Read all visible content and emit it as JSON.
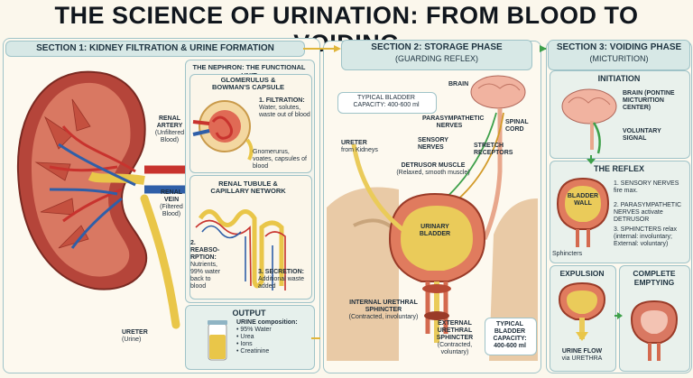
{
  "title": "THE SCIENCE OF URINATION: FROM BLOOD TO VOIDING",
  "section1": {
    "header": "SECTION 1: KIDNEY FILTRATION & URINE FORMATION",
    "renal_artery": "RENAL ARTERY",
    "renal_artery_note": "(Unfiltered Blood)",
    "renal_vein": "RENAL VEIN",
    "renal_vein_note": "(Filtered Blood)",
    "ureter": "URETER",
    "ureter_note": "(Urine)",
    "nephron_title": "THE NEPHRON: THE FUNCTIONAL UNIT",
    "glomerulus_title": "GLOMERULUS & BOWMAN'S CAPSULE",
    "filtration_title": "1. FILTRATION:",
    "filtration_text": "Water, solutes, waste out of blood",
    "glomerulus_note": "Gnomerurus, voates, capsules of blood",
    "tubule_title": "RENAL TUBULE & CAPILLARY NETWORK",
    "reabsorption_title": "2. REABSO-RPTION:",
    "reabsorption_text": "Nutrients, 99% water back to blood",
    "secretion_title": "3. SECRETION:",
    "secretion_text": "Additional waste added",
    "output_title": "OUTPUT",
    "urine_comp_title": "URINE composition:",
    "urine_comp": [
      "• 95% Water",
      "• Urea",
      "• Ions",
      "• Creatinine"
    ]
  },
  "section2": {
    "header": "SECTION 2: STORAGE PHASE",
    "subheader": "(GUARDING REFLEX)",
    "capacity_top": "TYPICAL BLADDER CAPACITY: 400-600 ml",
    "brain": "BRAIN",
    "parasympathetic": "PARASYMPATHETIC NERVES",
    "spinal_cord": "SPINAL CORD",
    "sensory": "SENSORY NERVES",
    "stretch": "STRETCH RECEPTORS",
    "ureter": "URETER",
    "ureter_note": "from Kidneys",
    "detrusor": "DETRUSOR MUSCLE",
    "detrusor_note": "(Relaxed, smooth muscle)",
    "urinary_bladder": "URINARY BLADDER",
    "internal_sphincter": "INTERNAL URETHRAL SPHINCTER",
    "internal_note": "(Contracted, involuntary)",
    "external_sphincter": "EXTERNAL URETHRAL SPHINCTER",
    "external_note": "(Contracted, voluntary)",
    "capacity_bottom": "TYPICAL BLADDER CAPACITY: 400-600 ml"
  },
  "section3": {
    "header": "SECTION 3: VOIDING PHASE",
    "subheader": "(MICTURITION)",
    "initiation": "INITIATION",
    "brain_center": "BRAIN (PONTINE MICTURITION CENTER)",
    "voluntary": "VOLUNTARY SIGNAL",
    "reflex": "THE REFLEX",
    "bladder_wall": "BLADDER WALL",
    "reflex_1": "1. SENSORY NERVES fire max.",
    "reflex_2": "2. PARASYMPATHETIC NERVES activate DETRUSOR",
    "reflex_3": "3. SPHINCTERS relax (internal: involuntary; External: voluntary)",
    "sphincters": "Sphincters",
    "expulsion": "EXPULSION",
    "complete": "COMPLETE EMPTYING",
    "urine_flow": "URINE FLOW",
    "urine_flow_note": "via URETHRA"
  },
  "colors": {
    "artery": "#c8332e",
    "vein": "#2f5fa8",
    "urine": "#e9c649",
    "muscle": "#d46a4f",
    "panel_border": "#9fc3c8",
    "header_bg": "#d7e8e6",
    "arrow": "#3ea04a"
  }
}
